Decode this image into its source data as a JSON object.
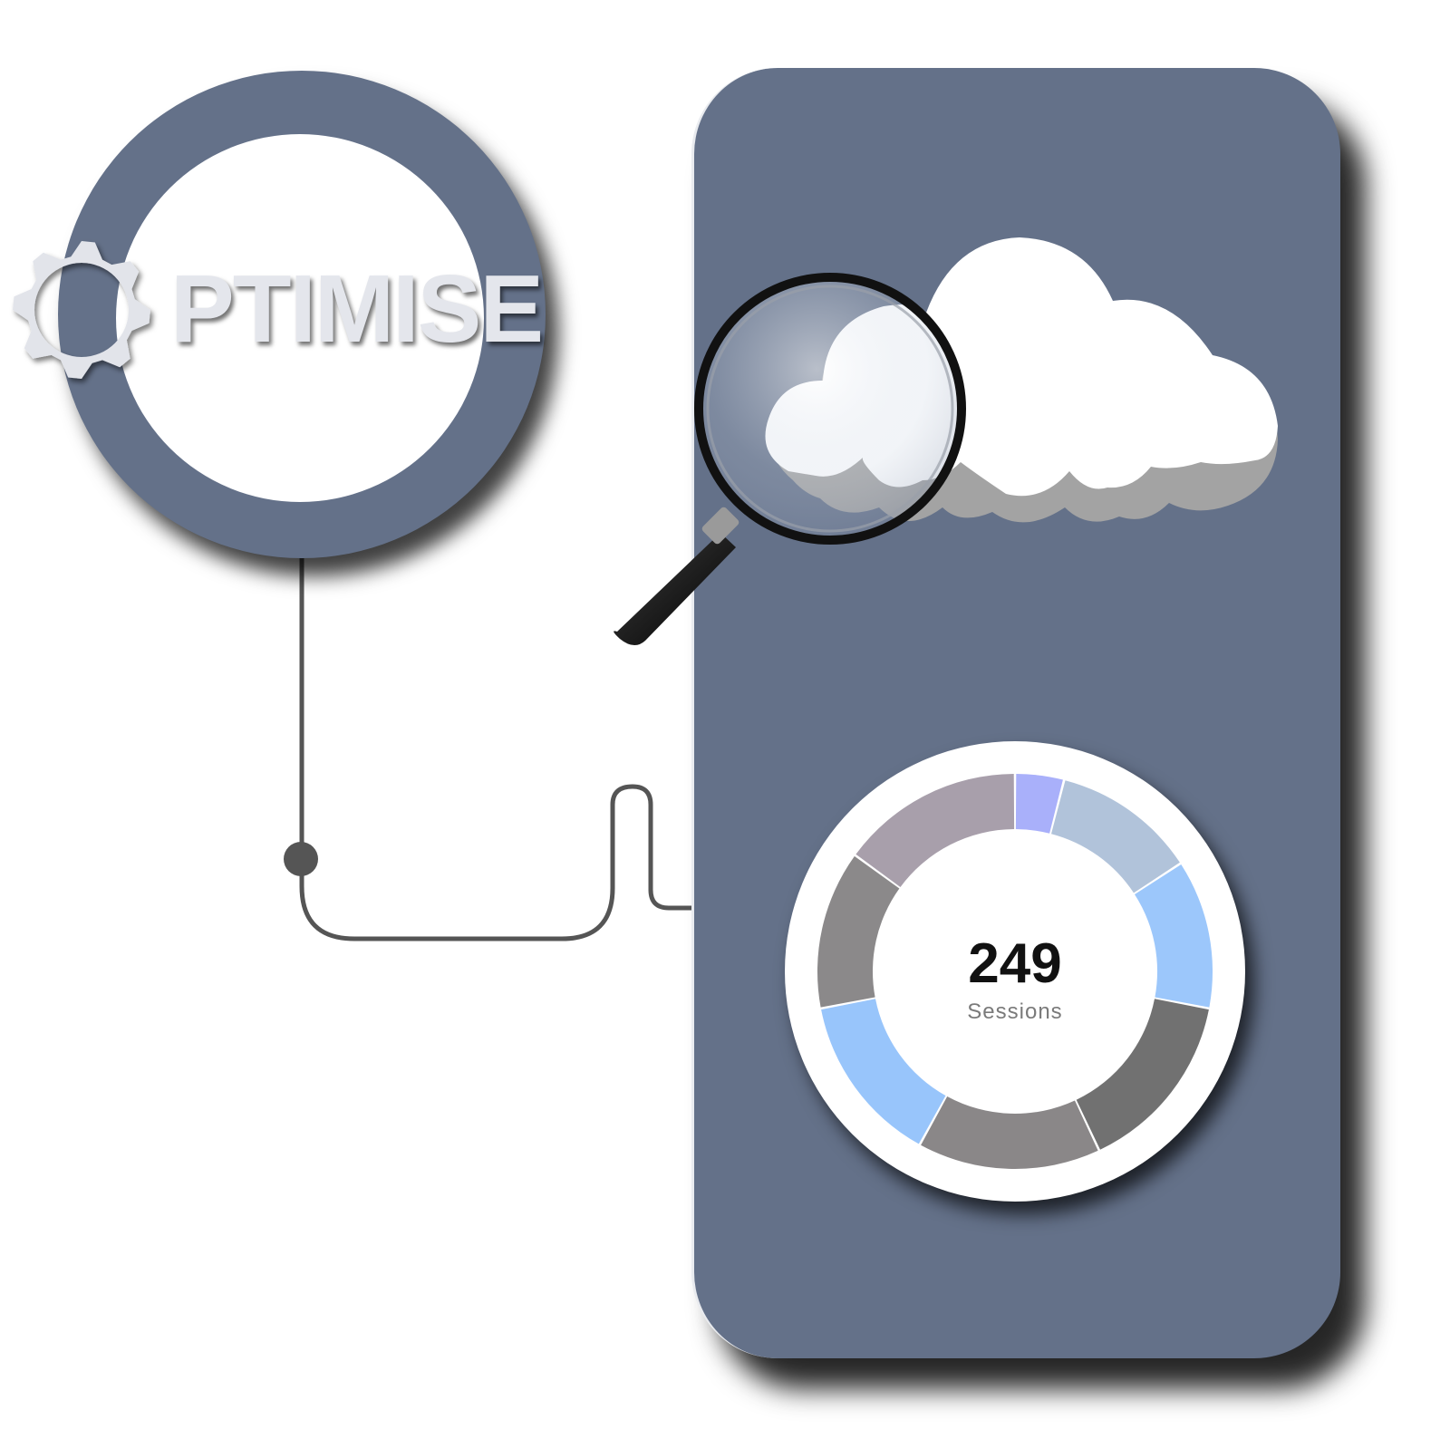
{
  "logo": {
    "text": "PTIMISE",
    "icon": "gear-icon"
  },
  "illustration": {
    "cloud_icon": "cloud-icon",
    "magnifier_icon": "magnifying-glass-icon",
    "connector_node_icon": "connector-dot-icon"
  },
  "donut": {
    "value": "249",
    "label": "Sessions",
    "segments": [
      {
        "fraction": 0.04,
        "color": "#a9b0fa"
      },
      {
        "fraction": 0.118,
        "color": "#b1c3da"
      },
      {
        "fraction": 0.122,
        "color": "#9cc7fb"
      },
      {
        "fraction": 0.15,
        "color": "#717171"
      },
      {
        "fraction": 0.15,
        "color": "#8a8788"
      },
      {
        "fraction": 0.14,
        "color": "#98c5fb"
      },
      {
        "fraction": 0.13,
        "color": "#8b898a"
      },
      {
        "fraction": 0.15,
        "color": "#a89fab"
      }
    ]
  },
  "colors": {
    "panel": "#647189",
    "ring": "#647189",
    "connector": "#555555",
    "logo_text": "#e4e6ec"
  }
}
